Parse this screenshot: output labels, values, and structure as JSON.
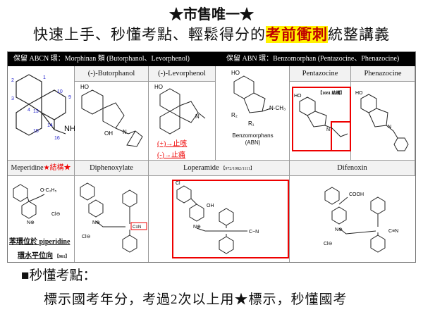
{
  "title": {
    "line1": "★市售唯一★",
    "line2_pre": "快速上手、秒懂考點、輕鬆得分的",
    "line2_highlight": "考前衝刺",
    "line2_post": "統整講義"
  },
  "table": {
    "header_left": "保留 ABCN 環：Morphinan 類 (Butorphanol、Levorphenol)",
    "header_right": "保留 ABN 環：Benzomorphan (Pentazocine、Phenazocine)",
    "row1": [
      "(-)-Butorphanol",
      "(-)-Levorphenol",
      "Pentazocine",
      "Phenazocine"
    ],
    "levorphenol_notes": [
      "(+)→止咳",
      "(-)→止痛"
    ],
    "benzomorphan_label": [
      "Benzomorphans",
      "(ABN)"
    ],
    "pentazocine_tag": "【1081 結構】",
    "row2": {
      "meperidine": "Meperidine",
      "meperidine_star": "★結構★",
      "diphenoxylate": "Diphenoxylate",
      "loperamide": "Loperamide",
      "loperamide_years": "【972/1082/1111】",
      "difenoxin": "Difenoxin"
    },
    "meperidine_notes": [
      "苯環位於 piperidine",
      "環水平位向",
      "【961】"
    ],
    "morphinan_numbers": [
      "1",
      "2",
      "3",
      "4",
      "13",
      "14",
      "15",
      "16",
      "9",
      "10",
      "NH"
    ]
  },
  "bullets": {
    "heading": "■秒懂考點：",
    "text": "標示國考年分，考過2次以上用★標示，秒懂國考"
  },
  "colors": {
    "highlight": "#fff200",
    "accent_red": "#e00000"
  }
}
